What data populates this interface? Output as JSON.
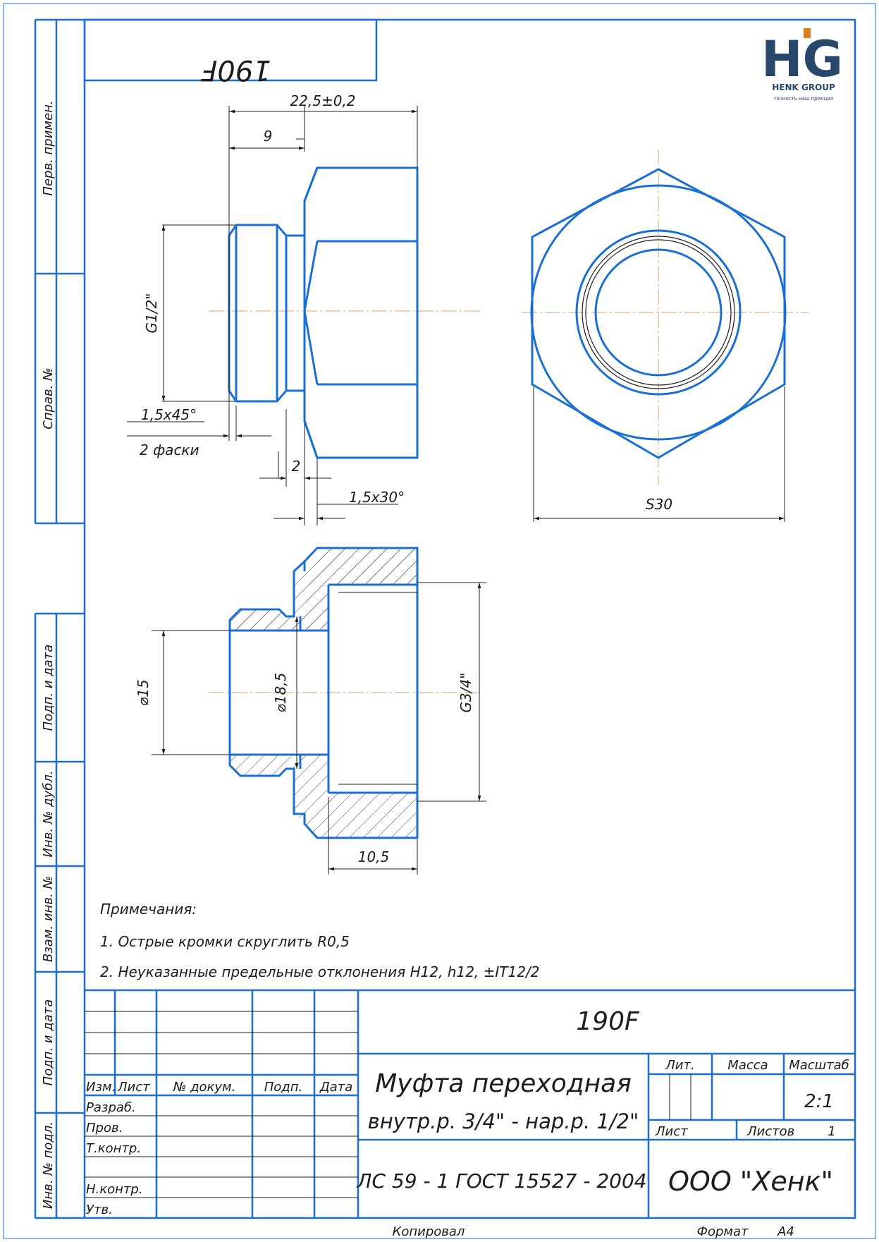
{
  "drawing_number_rotated": "190F",
  "logo": {
    "letters": "HG",
    "company": "HENK GROUP",
    "tagline": "точность наш принцип",
    "brand_color": "#27486b",
    "accent_color": "#e07b1f"
  },
  "side_margin": {
    "perv_primen": "Перв. примен.",
    "sprav": "Справ. №",
    "podp_data_1": "Подп. и дата",
    "inv_dubl": "Инв. № дубл.",
    "vzam_inv": "Взам. инв. №",
    "podp_data_2": "Подп. и дата",
    "inv_podl": "Инв. № подл."
  },
  "dimensions": {
    "length_total": "22,5±0,2",
    "length_shank": "9",
    "thread_outer": "G1/2\"",
    "chamfer_shank": "1,5х45°",
    "chamfer_shank_note": "2 фаски",
    "groove_width": "2",
    "chamfer_hex": "1,5х30°",
    "hex_size": "S30",
    "bore_small": "⌀15",
    "bore_mid": "⌀18,5",
    "thread_inner": "G3/4\"",
    "thread_depth": "10,5"
  },
  "notes": {
    "heading": "Примечания:",
    "items": [
      "1. Острые кромки скруглить R0,5",
      "2. Неуказанные предельные отклонения H12, h12, ±IT12/2"
    ]
  },
  "title_block": {
    "doc_code": "190F",
    "title_line1": "Муфта переходная",
    "title_line2": "внутр.р. 3/4\" - нар.р. 1/2\"",
    "material": "ЛС 59 - 1 ГОСТ 15527 - 2004",
    "company": "ООО \"Хенк\"",
    "col_izm": "Изм.",
    "col_list": "Лист",
    "col_dokum": "№ докум.",
    "col_podp": "Подп.",
    "col_data": "Дата",
    "row_razrab": "Разраб.",
    "row_prov": "Пров.",
    "row_tkontr": "Т.контр.",
    "row_nkontr": "Н.контр.",
    "row_utv": "Утв.",
    "lit": "Лит.",
    "massa": "Масса",
    "masshtab": "Масштаб",
    "scale": "2:1",
    "list": "Лист",
    "listov": "Листов",
    "listov_value": "1",
    "kopiroval": "Копировал",
    "format_label": "Формат",
    "format_value": "A4"
  },
  "colors": {
    "outline": "#1a6fd4",
    "axis": "#e0a060",
    "ink": "#1c1c1c"
  }
}
